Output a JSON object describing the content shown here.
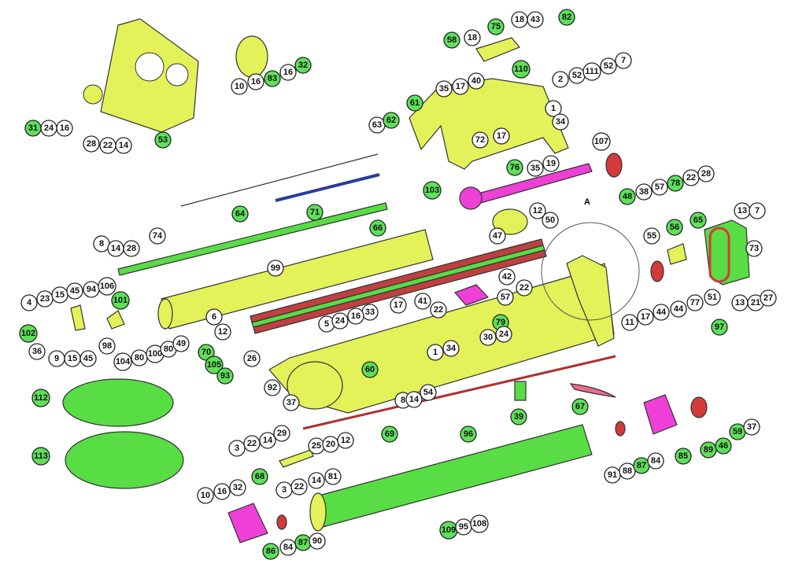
{
  "diagram": {
    "title_marker": "A",
    "colors": {
      "part_yellow": "#e4f25a",
      "part_green": "#58dd45",
      "part_pink": "#ee3fd6",
      "part_red": "#d33a3a",
      "part_blue": "#2a3c9c",
      "callout_green": "#5ee05a",
      "callout_white": "#ffffff"
    },
    "callouts": [
      {
        "label": "31",
        "highlight": true
      },
      {
        "label": "24",
        "highlight": false
      },
      {
        "label": "16",
        "highlight": false
      },
      {
        "label": "28",
        "highlight": false
      },
      {
        "label": "22",
        "highlight": false
      },
      {
        "label": "14",
        "highlight": false
      },
      {
        "label": "53",
        "highlight": true
      },
      {
        "label": "10",
        "highlight": false
      },
      {
        "label": "16",
        "highlight": false
      },
      {
        "label": "83",
        "highlight": true
      },
      {
        "label": "16",
        "highlight": false
      },
      {
        "label": "32",
        "highlight": true
      },
      {
        "label": "58",
        "highlight": true
      },
      {
        "label": "18",
        "highlight": false
      },
      {
        "label": "75",
        "highlight": true
      },
      {
        "label": "18",
        "highlight": false
      },
      {
        "label": "43",
        "highlight": false
      },
      {
        "label": "82",
        "highlight": true
      },
      {
        "label": "35",
        "highlight": false
      },
      {
        "label": "17",
        "highlight": false
      },
      {
        "label": "40",
        "highlight": false
      },
      {
        "label": "110",
        "highlight": true
      },
      {
        "label": "2",
        "highlight": false
      },
      {
        "label": "52",
        "highlight": false
      },
      {
        "label": "111",
        "highlight": false
      },
      {
        "label": "52",
        "highlight": false
      },
      {
        "label": "7",
        "highlight": false
      },
      {
        "label": "61",
        "highlight": true
      },
      {
        "label": "1",
        "highlight": false
      },
      {
        "label": "34",
        "highlight": false
      },
      {
        "label": "63",
        "highlight": false
      },
      {
        "label": "62",
        "highlight": true
      },
      {
        "label": "72",
        "highlight": false
      },
      {
        "label": "17",
        "highlight": false
      },
      {
        "label": "107",
        "highlight": false
      },
      {
        "label": "76",
        "highlight": true
      },
      {
        "label": "35",
        "highlight": false
      },
      {
        "label": "19",
        "highlight": false
      },
      {
        "label": "48",
        "highlight": true
      },
      {
        "label": "38",
        "highlight": false
      },
      {
        "label": "57",
        "highlight": false
      },
      {
        "label": "78",
        "highlight": true
      },
      {
        "label": "22",
        "highlight": false
      },
      {
        "label": "28",
        "highlight": false
      },
      {
        "label": "64",
        "highlight": true
      },
      {
        "label": "71",
        "highlight": true
      },
      {
        "label": "74",
        "highlight": false
      },
      {
        "label": "66",
        "highlight": true
      },
      {
        "label": "103",
        "highlight": true
      },
      {
        "label": "12",
        "highlight": false
      },
      {
        "label": "50",
        "highlight": false
      },
      {
        "label": "47",
        "highlight": false
      },
      {
        "label": "99",
        "highlight": false
      },
      {
        "label": "8",
        "highlight": false
      },
      {
        "label": "14",
        "highlight": false
      },
      {
        "label": "28",
        "highlight": false
      },
      {
        "label": "55",
        "highlight": false
      },
      {
        "label": "56",
        "highlight": true
      },
      {
        "label": "65",
        "highlight": true
      },
      {
        "label": "13",
        "highlight": false
      },
      {
        "label": "7",
        "highlight": false
      },
      {
        "label": "73",
        "highlight": false
      },
      {
        "label": "42",
        "highlight": false
      },
      {
        "label": "22",
        "highlight": false
      },
      {
        "label": "57",
        "highlight": false
      },
      {
        "label": "79",
        "highlight": true
      },
      {
        "label": "51",
        "highlight": false
      },
      {
        "label": "77",
        "highlight": false
      },
      {
        "label": "44",
        "highlight": false
      },
      {
        "label": "44",
        "highlight": false
      },
      {
        "label": "17",
        "highlight": false
      },
      {
        "label": "11",
        "highlight": false
      },
      {
        "label": "13",
        "highlight": false
      },
      {
        "label": "21",
        "highlight": false
      },
      {
        "label": "27",
        "highlight": false
      },
      {
        "label": "97",
        "highlight": true
      },
      {
        "label": "4",
        "highlight": false
      },
      {
        "label": "23",
        "highlight": false
      },
      {
        "label": "15",
        "highlight": false
      },
      {
        "label": "45",
        "highlight": false
      },
      {
        "label": "94",
        "highlight": false
      },
      {
        "label": "106",
        "highlight": false
      },
      {
        "label": "101",
        "highlight": true
      },
      {
        "label": "102",
        "highlight": true
      },
      {
        "label": "36",
        "highlight": false
      },
      {
        "label": "98",
        "highlight": false
      },
      {
        "label": "9",
        "highlight": false
      },
      {
        "label": "15",
        "highlight": false
      },
      {
        "label": "45",
        "highlight": false
      },
      {
        "label": "104",
        "highlight": false
      },
      {
        "label": "80",
        "highlight": false
      },
      {
        "label": "100",
        "highlight": false
      },
      {
        "label": "80",
        "highlight": false
      },
      {
        "label": "49",
        "highlight": false
      },
      {
        "label": "6",
        "highlight": false
      },
      {
        "label": "12",
        "highlight": false
      },
      {
        "label": "70",
        "highlight": true
      },
      {
        "label": "105",
        "highlight": true
      },
      {
        "label": "93",
        "highlight": true
      },
      {
        "label": "26",
        "highlight": false
      },
      {
        "label": "17",
        "highlight": false
      },
      {
        "label": "41",
        "highlight": false
      },
      {
        "label": "22",
        "highlight": false
      },
      {
        "label": "33",
        "highlight": false
      },
      {
        "label": "5",
        "highlight": false
      },
      {
        "label": "24",
        "highlight": false
      },
      {
        "label": "16",
        "highlight": false
      },
      {
        "label": "1",
        "highlight": false
      },
      {
        "label": "34",
        "highlight": false
      },
      {
        "label": "30",
        "highlight": false
      },
      {
        "label": "24",
        "highlight": false
      },
      {
        "label": "60",
        "highlight": true
      },
      {
        "label": "8",
        "highlight": false
      },
      {
        "label": "14",
        "highlight": false
      },
      {
        "label": "54",
        "highlight": false
      },
      {
        "label": "92",
        "highlight": false
      },
      {
        "label": "37",
        "highlight": false
      },
      {
        "label": "112",
        "highlight": true
      },
      {
        "label": "113",
        "highlight": true
      },
      {
        "label": "39",
        "highlight": true
      },
      {
        "label": "67",
        "highlight": true
      },
      {
        "label": "69",
        "highlight": true
      },
      {
        "label": "96",
        "highlight": true
      },
      {
        "label": "29",
        "highlight": false
      },
      {
        "label": "14",
        "highlight": false
      },
      {
        "label": "22",
        "highlight": false
      },
      {
        "label": "3",
        "highlight": false
      },
      {
        "label": "25",
        "highlight": false
      },
      {
        "label": "20",
        "highlight": false
      },
      {
        "label": "12",
        "highlight": false
      },
      {
        "label": "68",
        "highlight": true
      },
      {
        "label": "3",
        "highlight": false
      },
      {
        "label": "22",
        "highlight": false
      },
      {
        "label": "14",
        "highlight": false
      },
      {
        "label": "81",
        "highlight": false
      },
      {
        "label": "10",
        "highlight": false
      },
      {
        "label": "16",
        "highlight": false
      },
      {
        "label": "32",
        "highlight": false
      },
      {
        "label": "86",
        "highlight": true
      },
      {
        "label": "84",
        "highlight": false
      },
      {
        "label": "87",
        "highlight": true
      },
      {
        "label": "90",
        "highlight": false
      },
      {
        "label": "109",
        "highlight": true
      },
      {
        "label": "95",
        "highlight": false
      },
      {
        "label": "108",
        "highlight": false
      },
      {
        "label": "91",
        "highlight": false
      },
      {
        "label": "88",
        "highlight": false
      },
      {
        "label": "87",
        "highlight": true
      },
      {
        "label": "84",
        "highlight": false
      },
      {
        "label": "85",
        "highlight": true
      },
      {
        "label": "89",
        "highlight": true
      },
      {
        "label": "46",
        "highlight": true
      },
      {
        "label": "59",
        "highlight": true
      },
      {
        "label": "37",
        "highlight": false
      }
    ]
  }
}
